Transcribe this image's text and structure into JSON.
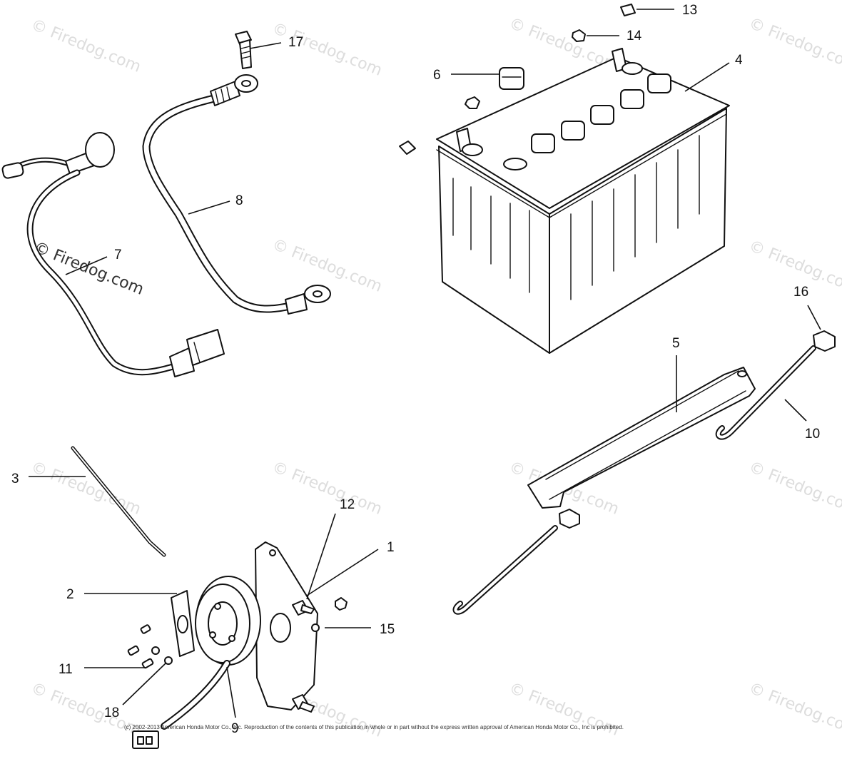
{
  "watermark": "© Firedog.com",
  "copyright": "(c) 2002-2013 American Honda Motor Co., Inc. Reproduction of the contents of this publication in whole or in part without the express written approval of American Honda Motor Co., Inc is prohibited.",
  "callouts": {
    "c1": "1",
    "c2": "2",
    "c3": "3",
    "c4": "4",
    "c5": "5",
    "c6": "6",
    "c7": "7",
    "c8": "8",
    "c9": "9",
    "c10": "10",
    "c11": "11",
    "c12": "12",
    "c13": "13",
    "c14": "14",
    "c15": "15",
    "c16": "16",
    "c17": "17",
    "c18": "18"
  }
}
